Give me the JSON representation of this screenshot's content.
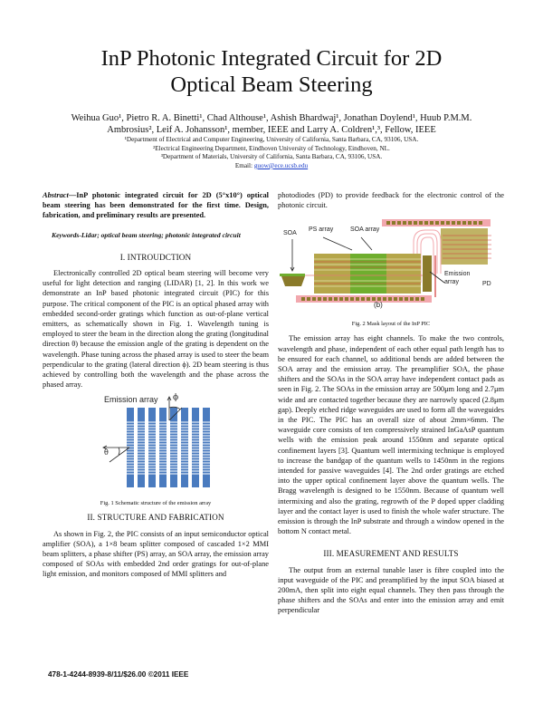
{
  "paper": {
    "title_line1": "InP Photonic Integrated Circuit for 2D",
    "title_line2": "Optical Beam Steering",
    "authors_line1": "Weihua Guo¹, Pietro R. A. Binetti¹, Chad Althouse¹, Ashish Bhardwaj¹, Jonathan Doylend¹, Huub P.M.M.",
    "authors_line2": "Ambrosius², Leif A. Johansson¹, member, IEEE and Larry A. Coldren¹,³, Fellow, IEEE",
    "affiliations": [
      "¹Department of Electrical and Computer Engineering, University of California, Santa Barbara, CA, 93106, USA.",
      "²Electrical Engineering Department, Eindhoven University of Technology, Eindhoven, NL.",
      "³Department of Materials, University of California, Santa Barbara, CA, 93106, USA."
    ],
    "email_label": "Email: ",
    "email": "guow@ece.ucsb.edu",
    "abstract_label": "Abstract",
    "abstract_text": "—InP photonic integrated circuit for 2D (5°x10°) optical beam steering has been demonstrated for the first time. Design, fabrication, and preliminary results are presented.",
    "keywords": "Keywords-Lidar; optical beam steering; photonic integrated circuit",
    "sections": {
      "s1_heading": "I.  INTROUDCTION",
      "s1_p1": "Electronically controlled 2D optical beam steering will become very useful for light detection and ranging (LIDAR) [1, 2]. In this work we demonstrate an InP based photonic integrated circuit (PIC) for this purpose. The critical component of the PIC is an optical phased array with embedded second-order gratings which function as out-of-plane vertical emitters, as schematically shown in Fig. 1. Wavelength tuning is employed to steer the beam in the direction along the grating (longitudinal direction θ) because the emission angle of the grating is dependent on the wavelength. Phase tuning across the phased array is used to steer the beam perpendicular to the grating (lateral direction ϕ). 2D beam steering is thus achieved by controlling both the wavelength and the phase across the phased array.",
      "s2_heading": "II.  STRUCTURE AND FABRICATION",
      "s2_p1": "As shown in Fig. 2, the PIC consists of an input semiconductor optical amplifier (SOA), a 1×8 beam splitter composed of cascaded 1×2 MMI beam splitters, a phase shifter (PS) array, an SOA array, the emission array composed of SOAs with embedded 2nd order gratings for out-of-plane light emission, and monitors composed of MMI splitters and",
      "s2_p1_cont": "photodiodes (PD) to provide feedback for the electronic control of the photonic circuit.",
      "s2_p2": "The emission array has eight channels. To make the two controls, wavelength and phase, independent of each other equal path length has to be ensured for each channel, so additional bends are added between the SOA array and the emission array. The preamplifier SOA, the phase shifters and the SOAs in the SOA array have independent contact pads as seen in Fig. 2. The SOAs in the emission array are 500μm long and 2.7μm wide and are contacted together because they are narrowly spaced (2.8μm gap). Deeply etched ridge waveguides are used to form all the waveguides in the PIC. The PIC has an overall size of about 2mm×6mm. The waveguide core consists of ten compressively strained InGaAsP quantum wells with the emission peak around 1550nm and separate optical confinement layers [3]. Quantum well intermixing technique is employed to increase the bandgap of the quantum wells to 1450nm in the regions intended for passive waveguides [4]. The 2nd order gratings are etched into the upper optical confinement layer above the quantum wells. The Bragg wavelength is designed to be 1550nm. Because of quantum well intermixing and also the grating, regrowth of the P doped upper cladding layer and the contact layer is used to finish the whole wafer structure. The emission is through the InP substrate and through a window opened in the bottom N contact metal.",
      "s3_heading": "III. MEASUREMENT AND RESULTS",
      "s3_p1": "The output from an external tunable laser is fibre coupled into the input waveguide of the PIC and preamplified by the input SOA biased at 200mA, then split into eight equal channels. They then pass through the phase shifters and the SOAs and enter into the emission array and emit perpendicular"
    },
    "fig1": {
      "label": "Emission array",
      "phi": "ϕ",
      "theta": "θ",
      "caption": "Fig. 1 Schematic structure of the emission array",
      "bar_color": "#4a7bbf"
    },
    "fig2": {
      "labels": {
        "soa": "SOA",
        "ps_array": "PS array",
        "soa_array": "SOA array",
        "emission_array": "Emission\narray",
        "pd": "PD",
        "sub": "(b)"
      },
      "caption": "Fig. 2  Mask layout of the InP PIC",
      "colors": {
        "pad_pink": "#f2a8ae",
        "green": "#6fae2e",
        "olive": "#8a7a2a",
        "red": "#d23a3a"
      }
    },
    "footer": "478-1-4244-8939-8/11/$26.00 ©2011 IEEE"
  }
}
